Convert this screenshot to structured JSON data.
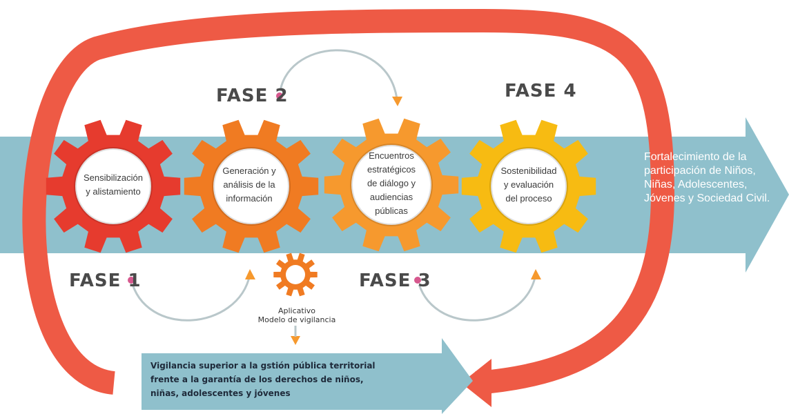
{
  "colors": {
    "outer_loop": "#ee5a45",
    "band": "#8fc0cc",
    "phase1": "#e63b2e",
    "phase2": "#f07b22",
    "phase3": "#f6992e",
    "phase4": "#f7bb12",
    "connector": "#b9c7ca",
    "dot": "#d6588e"
  },
  "phases": [
    {
      "label": "FASE 1",
      "lines": [
        "Sensibilización",
        "y alistamiento"
      ]
    },
    {
      "label": "FASE 2",
      "lines": [
        "Generación y",
        "análisis de la",
        "información"
      ]
    },
    {
      "label": "FASE 3",
      "lines": [
        "Encuentros",
        "estratégicos",
        "de diálogo y",
        "audiencias",
        "públicas"
      ]
    },
    {
      "label": "FASE 4",
      "lines": [
        "Sostenibilidad",
        "y evaluación",
        "del proceso"
      ]
    }
  ],
  "app": {
    "lines": [
      "Aplicativo",
      "Modelo de vigilancia"
    ],
    "icon": "gear-icon"
  },
  "outcome": {
    "lines": [
      "Fortalecimiento de la",
      "participación de Niños,",
      "Niñas, Adolescentes,",
      "Jóvenes y  Sociedad Civil."
    ]
  },
  "bottom_arrow": {
    "lines": [
      "Vigilancia superior a la gstión pública territorial",
      "frente a la garantía de los derechos de niños,",
      "niñas, adolescentes y jóvenes"
    ]
  }
}
